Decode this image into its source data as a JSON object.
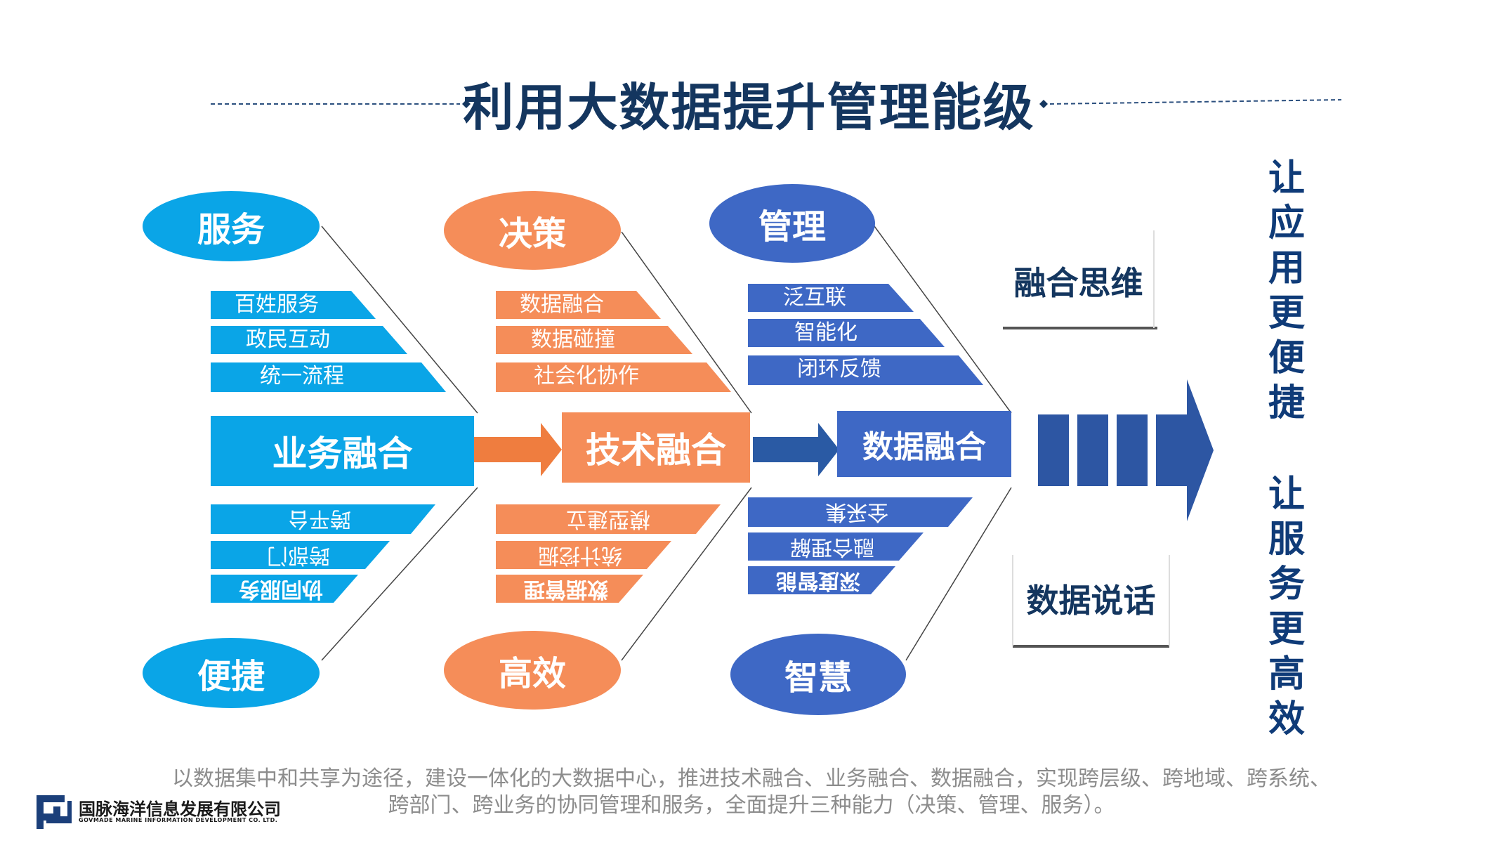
{
  "title": "利用大数据提升管理能级",
  "columns": [
    {
      "top_oval": "服务",
      "top_tags": [
        "百姓服务",
        "政民互动",
        "统一流程"
      ],
      "center_box": "业务融合",
      "bottom_tags": [
        "跨平台",
        "跨部门",
        "协同服务"
      ],
      "bottom_oval": "便捷"
    },
    {
      "top_oval": "决策",
      "top_tags": [
        "数据融合",
        "数据碰撞",
        "社会化协作"
      ],
      "center_box": "技术融合",
      "bottom_tags": [
        "模型建立",
        "统计挖掘",
        "数据管理"
      ],
      "bottom_oval": "高效"
    },
    {
      "top_oval": "管理",
      "top_tags": [
        "泛互联",
        "智能化",
        "闭环反馈"
      ],
      "center_box": "数据融合",
      "bottom_tags": [
        "全采集",
        "融合理解",
        "深度智能"
      ],
      "bottom_oval": "智慧"
    }
  ],
  "side_labels": [
    "融合思维",
    "数据说话"
  ],
  "vertical_texts": [
    "让应用更便捷",
    "让服务更高效"
  ],
  "footer": {
    "line1": "以数据集中和共享为途径，建设一体化的大数据中心，推进技术融合、业务融合、数据融合，实现跨层级、跨地域、跨系统、",
    "line2": "跨部门、跨业务的协同管理和服务，全面提升三种能力（决策、管理、服务）。"
  },
  "logo": {
    "name": "国脉海洋信息发展有限公司",
    "sub": "GOVMADE MARINE INFORMATION DEVELOPMENT CO. LTD."
  },
  "colors": {
    "blue": "#0aa5e7",
    "orange": "#f58d59",
    "navy": "#3e68c5",
    "dark_blue": "#2d56a3",
    "title": "#14365f"
  }
}
